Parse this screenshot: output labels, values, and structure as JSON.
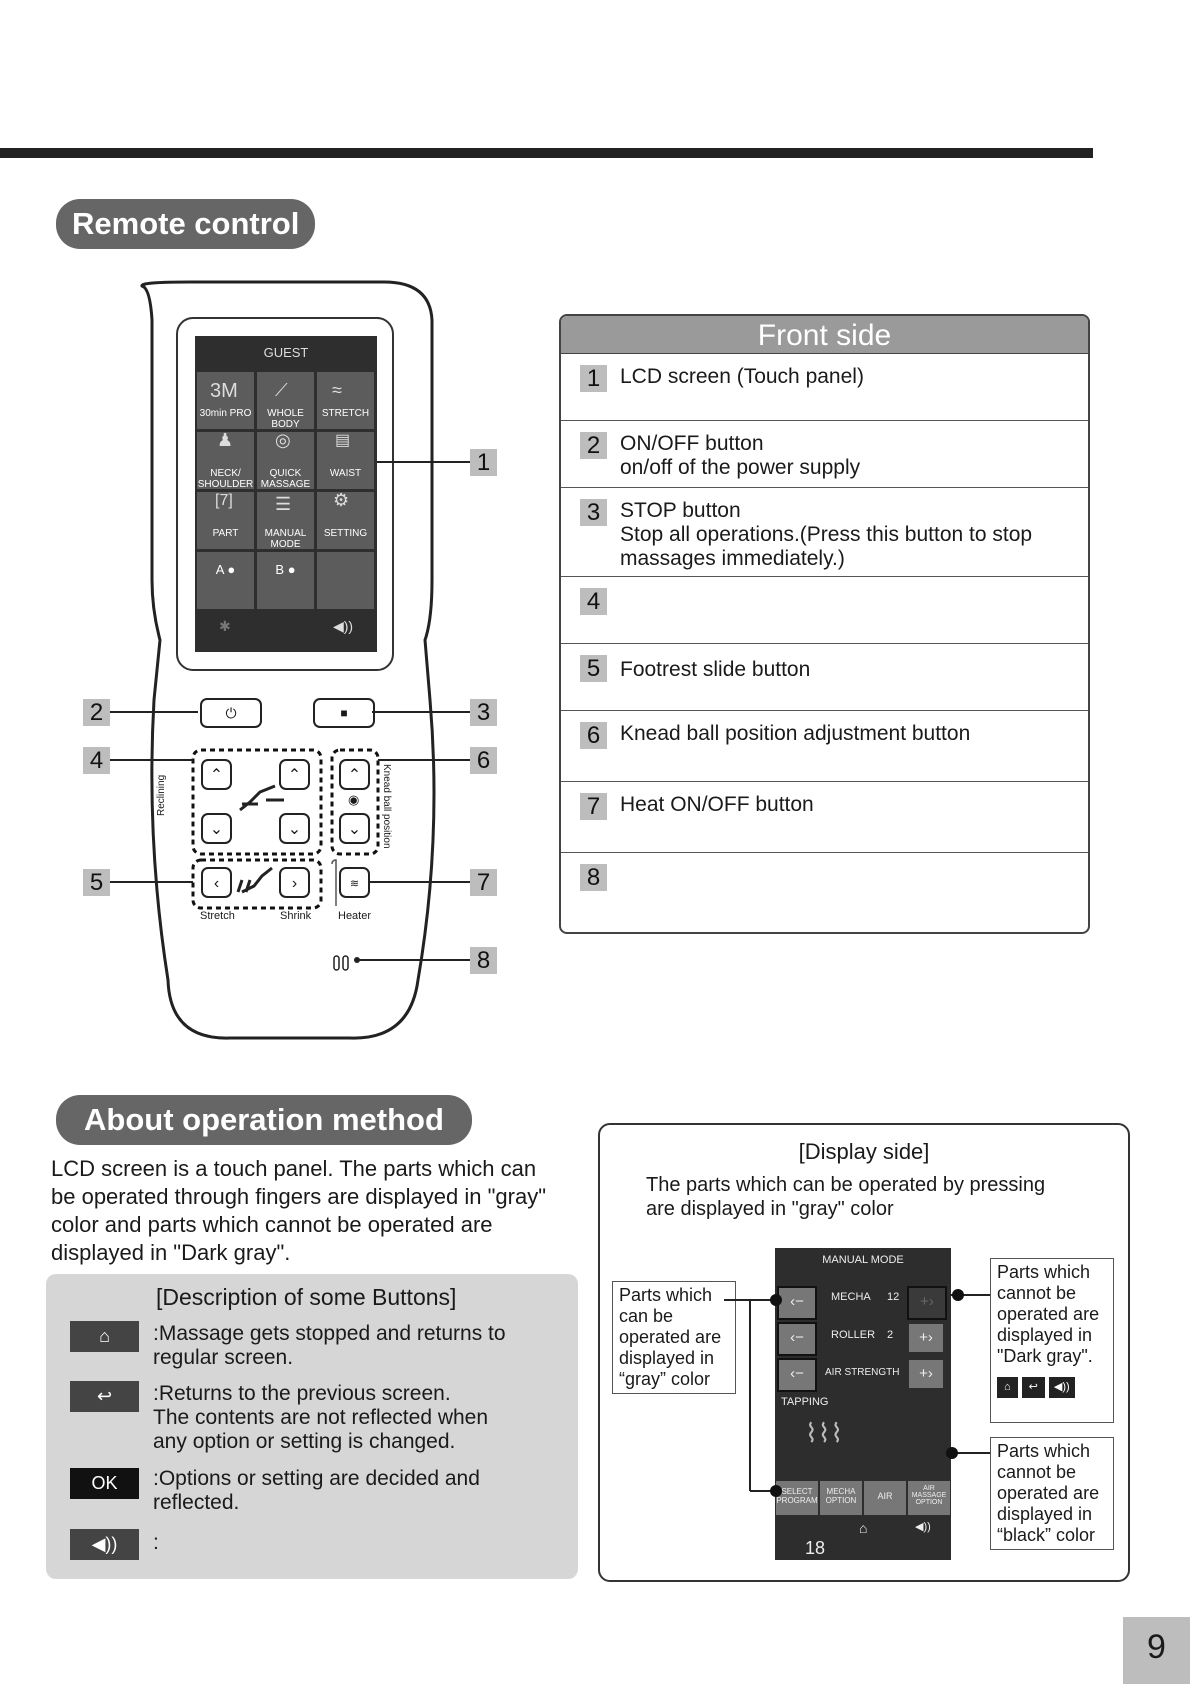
{
  "sections": {
    "remote_title": "Remote control",
    "about_title": "About operation method"
  },
  "remote": {
    "screen_title": "GUEST",
    "tiles": [
      {
        "label": "30min PRO",
        "icon": "30-icon"
      },
      {
        "label": "WHOLE BODY",
        "icon": "whole-body-icon"
      },
      {
        "label": "STRETCH",
        "icon": "stretch-icon"
      },
      {
        "label": "NECK/ SHOULDER",
        "icon": "neck-icon"
      },
      {
        "label": "QUICK MASSAGE",
        "icon": "quick-icon"
      },
      {
        "label": "WAIST",
        "icon": "waist-icon"
      },
      {
        "label": "PART",
        "icon": "part-icon"
      },
      {
        "label": "MANUAL MODE",
        "icon": "manual-icon"
      },
      {
        "label": "SETTING",
        "icon": "gear-icon"
      }
    ],
    "user_a": "A",
    "user_b": "B",
    "reclining_label": "Reclining",
    "knead_label": "Knead ball position",
    "stretch_label": "Stretch",
    "shrink_label": "Shrink",
    "heater_label": "Heater",
    "callouts": [
      "1",
      "2",
      "3",
      "4",
      "5",
      "6",
      "7",
      "8"
    ]
  },
  "front_side": {
    "title": "Front side",
    "items": [
      {
        "num": "1",
        "lines": [
          "LCD screen (Touch panel)"
        ]
      },
      {
        "num": "2",
        "lines": [
          "ON/OFF button",
          "on/off of the power supply"
        ]
      },
      {
        "num": "3",
        "lines": [
          "STOP button",
          "Stop all operations.(Press this button to stop",
          "massages immediately.)"
        ]
      },
      {
        "num": "4",
        "lines": [
          ""
        ]
      },
      {
        "num": "5",
        "lines": [
          "Footrest slide button"
        ]
      },
      {
        "num": "6",
        "lines": [
          "Knead ball position adjustment button"
        ]
      },
      {
        "num": "7",
        "lines": [
          "Heat ON/OFF button"
        ]
      },
      {
        "num": "8",
        "lines": [
          ""
        ]
      }
    ]
  },
  "about": {
    "paragraph": [
      "LCD screen is a touch panel. The parts which can",
      "be operated through fingers are displayed in \"gray\"",
      "color and parts which cannot be operated are",
      "displayed in \"Dark gray\"."
    ],
    "desc_title": "[Description of some Buttons]",
    "desc": [
      {
        "icon": "home-icon",
        "lines": [
          ":Massage gets stopped and returns to",
          " regular screen."
        ]
      },
      {
        "icon": "return-icon",
        "lines": [
          ":Returns to the previous screen.",
          " The contents are not reflected when",
          " any option or setting is changed."
        ]
      },
      {
        "icon_text": "OK",
        "lines": [
          ":Options or setting are decided and",
          " reflected."
        ]
      },
      {
        "icon": "speaker-icon",
        "lines": [
          ":"
        ]
      }
    ]
  },
  "display_side": {
    "title": "[Display side]",
    "subtitle": [
      "The parts which can be operated by pressing",
      "are displayed in \"gray\" color"
    ],
    "callout_left": [
      "Parts which",
      "can be",
      "operated are",
      "displayed in",
      "“gray” color"
    ],
    "callout_right_top": [
      "Parts which",
      "cannot be",
      "operated are",
      "displayed in",
      "\"Dark gray\"."
    ],
    "callout_right_bottom": [
      "Parts which",
      "cannot be",
      "operated are",
      "displayed in",
      "“black” color"
    ],
    "screen": {
      "title": "MANUAL MODE",
      "mecha_label": "MECHA",
      "mecha_value": "12",
      "roller_label": "ROLLER",
      "roller_value": "2",
      "air_label": "AIR STRENGTH",
      "tapping": "TAPPING",
      "bottom_buttons": [
        "SELECT PROGRAM",
        "MECHA OPTION",
        "AIR",
        "AIR MASSAGE OPTION"
      ],
      "timer": "18"
    }
  },
  "page_number": "9"
}
